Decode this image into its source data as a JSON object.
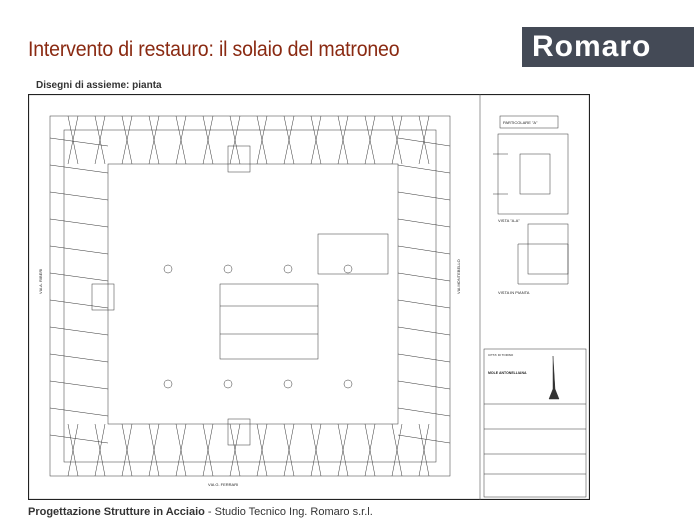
{
  "slide": {
    "title": "Intervento di restauro: il solaio del matroneo",
    "logo_text": "Romaro",
    "subtitle": "Disegni di assieme: pianta"
  },
  "drawing": {
    "street_bottom": "VIA G. FERRARI",
    "street_left": "VIA A. RIBERI",
    "street_right": "VIA MONTEBELLO",
    "detail_title": "PARTICOLARE \"A\"",
    "view_aa": "VISTA \"A-A\"",
    "view_plan": "VISTA IN PIANTA",
    "title_block_name": "MOLE ANTONELLIANA",
    "title_block_city": "CITTA' DI TORINO"
  },
  "footer": {
    "bold": "Progettazione Strutture in Acciaio",
    "rest": " - Studio Tecnico Ing. Romaro s.r.l."
  },
  "colors": {
    "title": "#8a2a12",
    "logo_bg": "#444a56"
  }
}
